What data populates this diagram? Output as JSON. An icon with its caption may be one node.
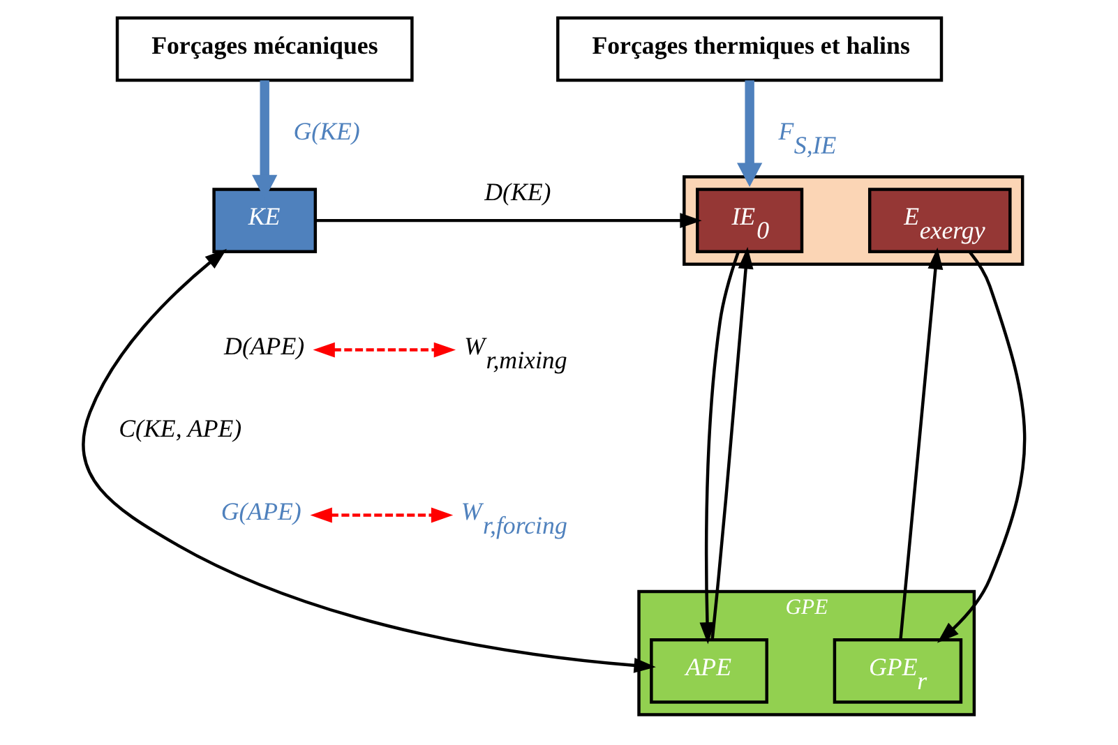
{
  "diagram": {
    "nodes": [
      {
        "text": [
          "Forçages mécaniques"
        ]
      },
      {
        "text": [
          "Forçages thermiques et halins"
        ]
      },
      {
        "text": [
          "KE"
        ]
      },
      {
        "text": [],
        "shape": "box"
      },
      {
        "text": [
          "IE$_{0}$"
        ],
        "in": 3
      },
      {
        "text": [
          "E$_{exergy}$"
        ],
        "in": 3
      },
      {
        "text": [
          "GPE"
        ]
      },
      {
        "text": [
          "APE"
        ],
        "in": 6
      },
      {
        "text": [
          "GPE$_{r}$"
        ],
        "in": 6
      },
      {
        "text": [
          "D(APE)"
        ]
      },
      {
        "text": [
          "W$_{r,mixing}$"
        ]
      },
      {
        "text": [
          "G(APE)"
        ]
      },
      {
        "text": [
          "W$_{r,forcing}$"
        ]
      }
    ],
    "edges": [
      {
        "from": 0,
        "to": 2,
        "arrow": "to",
        "label": "G(KE)",
        "style": "thick",
        "color": "#4f81bd"
      },
      {
        "from": 1,
        "to": 3,
        "arrow": "to",
        "label": "F$_{S,IE}$",
        "style": "thick",
        "color": "#4f81bd"
      },
      {
        "from": 2,
        "to": 4,
        "arrow": "to",
        "label": "D(KE)"
      },
      {
        "from": 2,
        "to": 7,
        "arrow": "both",
        "label": "C(KE, APE)"
      },
      {
        "from": 7,
        "to": 4,
        "arrow": "to"
      },
      {
        "from": 4,
        "to": 7,
        "arrow": "to"
      },
      {
        "from": 5,
        "to": 8,
        "arrow": "to"
      },
      {
        "from": 8,
        "to": 5,
        "arrow": "to"
      },
      {
        "from": 9,
        "to": 10,
        "arrow": "both",
        "style": "dashed",
        "color": "#ff0000"
      },
      {
        "from": 11,
        "to": 12,
        "arrow": "both",
        "style": "dashed",
        "color": "#ff0000"
      }
    ]
  }
}
